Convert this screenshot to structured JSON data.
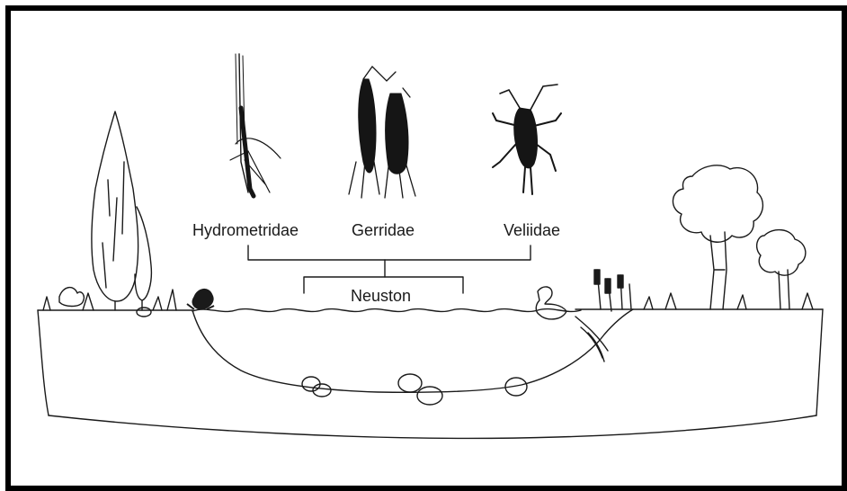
{
  "families": {
    "hydrometridae": "Hydrometridae",
    "gerridae": "Gerridae",
    "veliidae": "Veliidae"
  },
  "group": {
    "neuston": "Neuston"
  },
  "colors": {
    "frame": "#000000",
    "line": "#1a1a1a",
    "insect": "#151515"
  }
}
